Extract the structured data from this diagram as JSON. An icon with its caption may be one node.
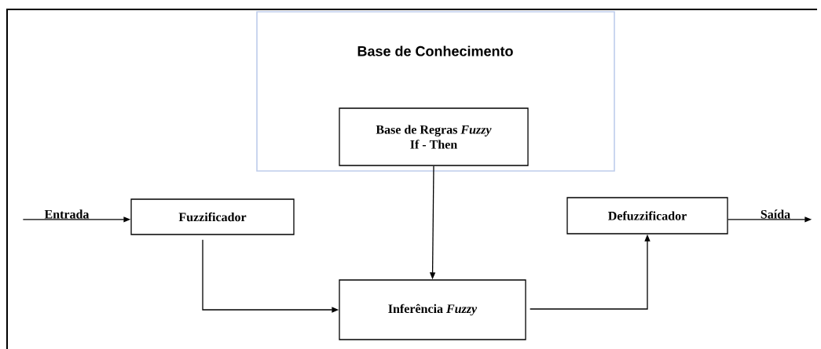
{
  "diagram": {
    "nodes": [
      {
        "text": [
          "Base de Conhecimento"
        ]
      },
      {
        "text": [
          "Base de Regras *Fuzzy*",
          "If - Then"
        ],
        "in": 0
      },
      {
        "text": [
          "Entrada"
        ]
      },
      {
        "text": [
          "Fuzzificador"
        ]
      },
      {
        "text": [
          "Inferência *Fuzzy*"
        ]
      },
      {
        "text": [
          "Defuzzificador"
        ]
      },
      {
        "text": [
          "Saída"
        ]
      }
    ],
    "edges": [
      {
        "from": 2,
        "to": 3,
        "arrow": "to"
      },
      {
        "from": 1,
        "to": 4,
        "arrow": "to"
      },
      {
        "from": 3,
        "to": 4,
        "arrow": "to"
      },
      {
        "from": 4,
        "to": 5,
        "arrow": "to"
      },
      {
        "from": 5,
        "to": 6,
        "arrow": "to"
      }
    ]
  }
}
